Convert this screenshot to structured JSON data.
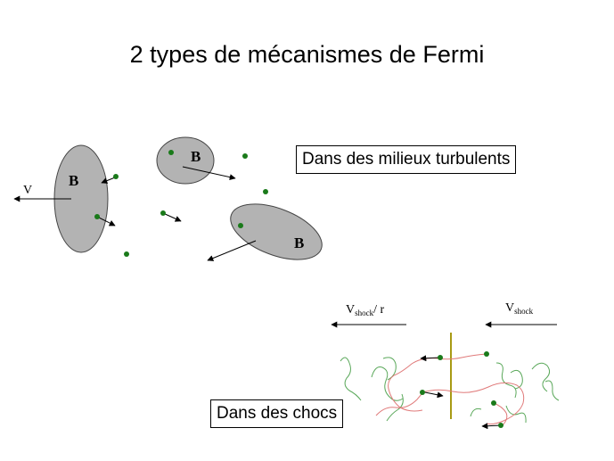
{
  "slide": {
    "title": "2 types de mécanismes de Fermi"
  },
  "labels": {
    "turbulent": "Dans des milieux turbulents",
    "shocks": "Dans des chocs"
  },
  "turbulent_diagram": {
    "cloud_letter": "B",
    "velocity_label": "V",
    "cloud_fill": "#b3b3b3",
    "particle_color": "#1a7a1a"
  },
  "shock_diagram": {
    "downstream_label_main": "V",
    "downstream_label_sub": "shock",
    "downstream_label_suffix": "/ r",
    "upstream_label_main": "V",
    "upstream_label_sub": "shock",
    "shock_front_color": "#a89a14",
    "field_line_color": "#5aa85a",
    "trajectory_color": "#e07a7a",
    "particle_color": "#1a7a1a"
  }
}
